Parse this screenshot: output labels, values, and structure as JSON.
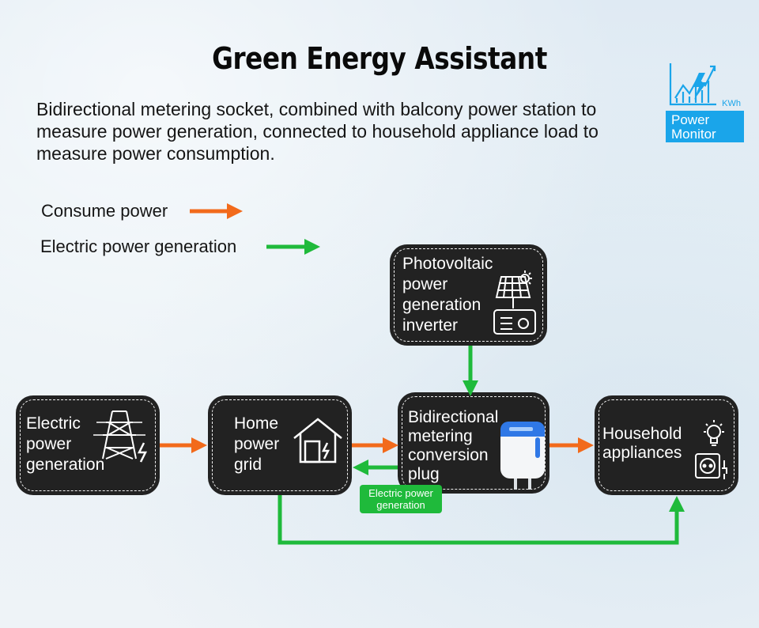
{
  "title": "Green Energy Assistant",
  "description": "Bidirectional metering socket, combined with balcony power station to measure power generation, connected to household appliance load to measure power consumption.",
  "badge": {
    "unit": "KWh",
    "label": "Power\nMonitor",
    "icon": "power-monitor-icon"
  },
  "legend": [
    {
      "label": "Consume power",
      "color": "#f26a1b"
    },
    {
      "label": "Electric power generation",
      "color": "#1fba3b"
    }
  ],
  "nodes": {
    "electric_generation": {
      "label": "Electric\npower\ngeneration",
      "icon": "power-tower-icon"
    },
    "home_grid": {
      "label": "Home\npower\ngrid",
      "icon": "house-icon"
    },
    "pv_inverter": {
      "label": "Photovoltaic\npower\ngeneration\ninverter",
      "icon": "solar-panel-icon"
    },
    "metering_plug": {
      "label": "Bidirectional\nmetering\nconversion\nplug",
      "icon": "smart-plug-icon"
    },
    "household": {
      "label": "Household\nappliances",
      "icon": "appliance-icon"
    }
  },
  "return_label": "Electric power\ngeneration",
  "colors": {
    "consume": "#f26a1b",
    "generate": "#1fba3b",
    "node_bg": "#222222",
    "badge": "#1aa5ea"
  }
}
